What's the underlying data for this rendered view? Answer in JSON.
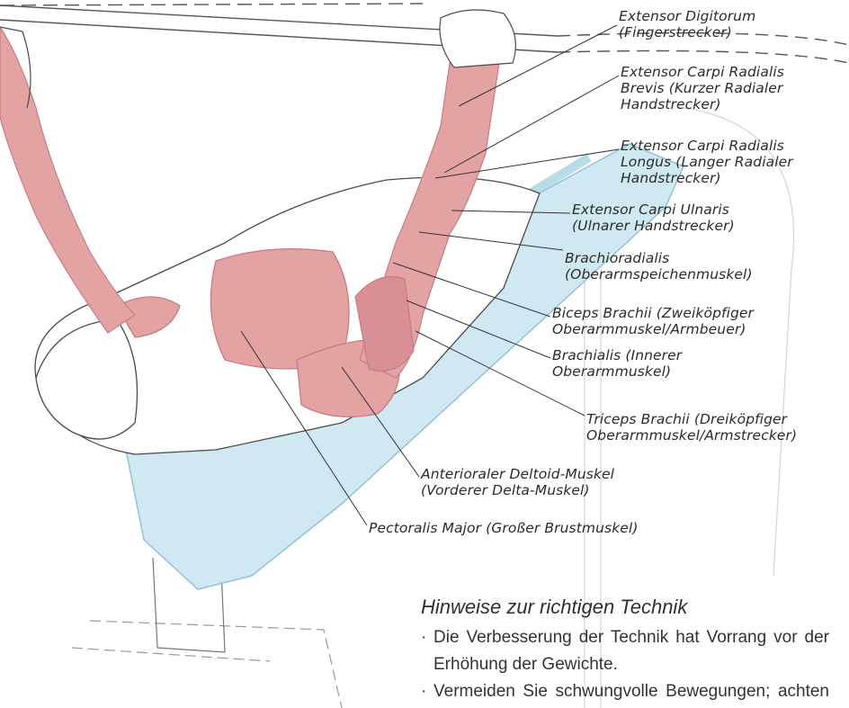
{
  "labels": [
    {
      "id": "extensor-digitorum",
      "lines": [
        "Extensor Digitorum",
        "(Fingerstrecker)"
      ]
    },
    {
      "id": "ecr-brevis",
      "lines": [
        "Extensor Carpi Radialis",
        "Brevis (Kurzer Radialer",
        "Handstrecker)"
      ]
    },
    {
      "id": "ecr-longus",
      "lines": [
        "Extensor Carpi Radialis",
        "Longus (Langer Radialer",
        "Handstrecker)"
      ]
    },
    {
      "id": "ec-ulnaris",
      "lines": [
        "Extensor Carpi Ulnaris",
        "(Ulnarer Handstrecker)"
      ]
    },
    {
      "id": "brachioradialis",
      "lines": [
        "Brachioradialis",
        "(Oberarmspeichenmuskel)"
      ]
    },
    {
      "id": "biceps",
      "lines": [
        "Biceps Brachii (Zweiköpfiger",
        "Oberarmmuskel/Armbeuer)"
      ]
    },
    {
      "id": "brachialis",
      "lines": [
        "Brachialis (Innerer",
        "Oberarmmuskel)"
      ]
    },
    {
      "id": "triceps",
      "lines": [
        "Triceps Brachii (Dreiköpfiger",
        "Oberarmmuskel/Armstrecker)"
      ]
    },
    {
      "id": "deltoid",
      "lines": [
        "Anterioraler Deltoid-Muskel",
        "(Vorderer Delta-Muskel)"
      ]
    },
    {
      "id": "pectoralis",
      "lines": [
        "Pectoralis Major (Großer Brustmuskel)"
      ]
    }
  ],
  "tips": {
    "title": "Hinweise zur richtigen Technik",
    "bullet": "·",
    "items": [
      {
        "line1": "Die Verbesserung der Technik hat Vorrang vor der",
        "line2": "Erhöhung der Gewichte."
      },
      {
        "line1": "Vermeiden Sie schwungvolle Bewegungen; achten",
        "line2": ""
      }
    ]
  },
  "colors": {
    "muscle": "#e3a3a3",
    "muscle_dark": "#c97b84",
    "bench": "#cfe8f1",
    "bench_edge": "#8fc3d6",
    "outline": "#4a4a4a",
    "leader": "#333333"
  }
}
